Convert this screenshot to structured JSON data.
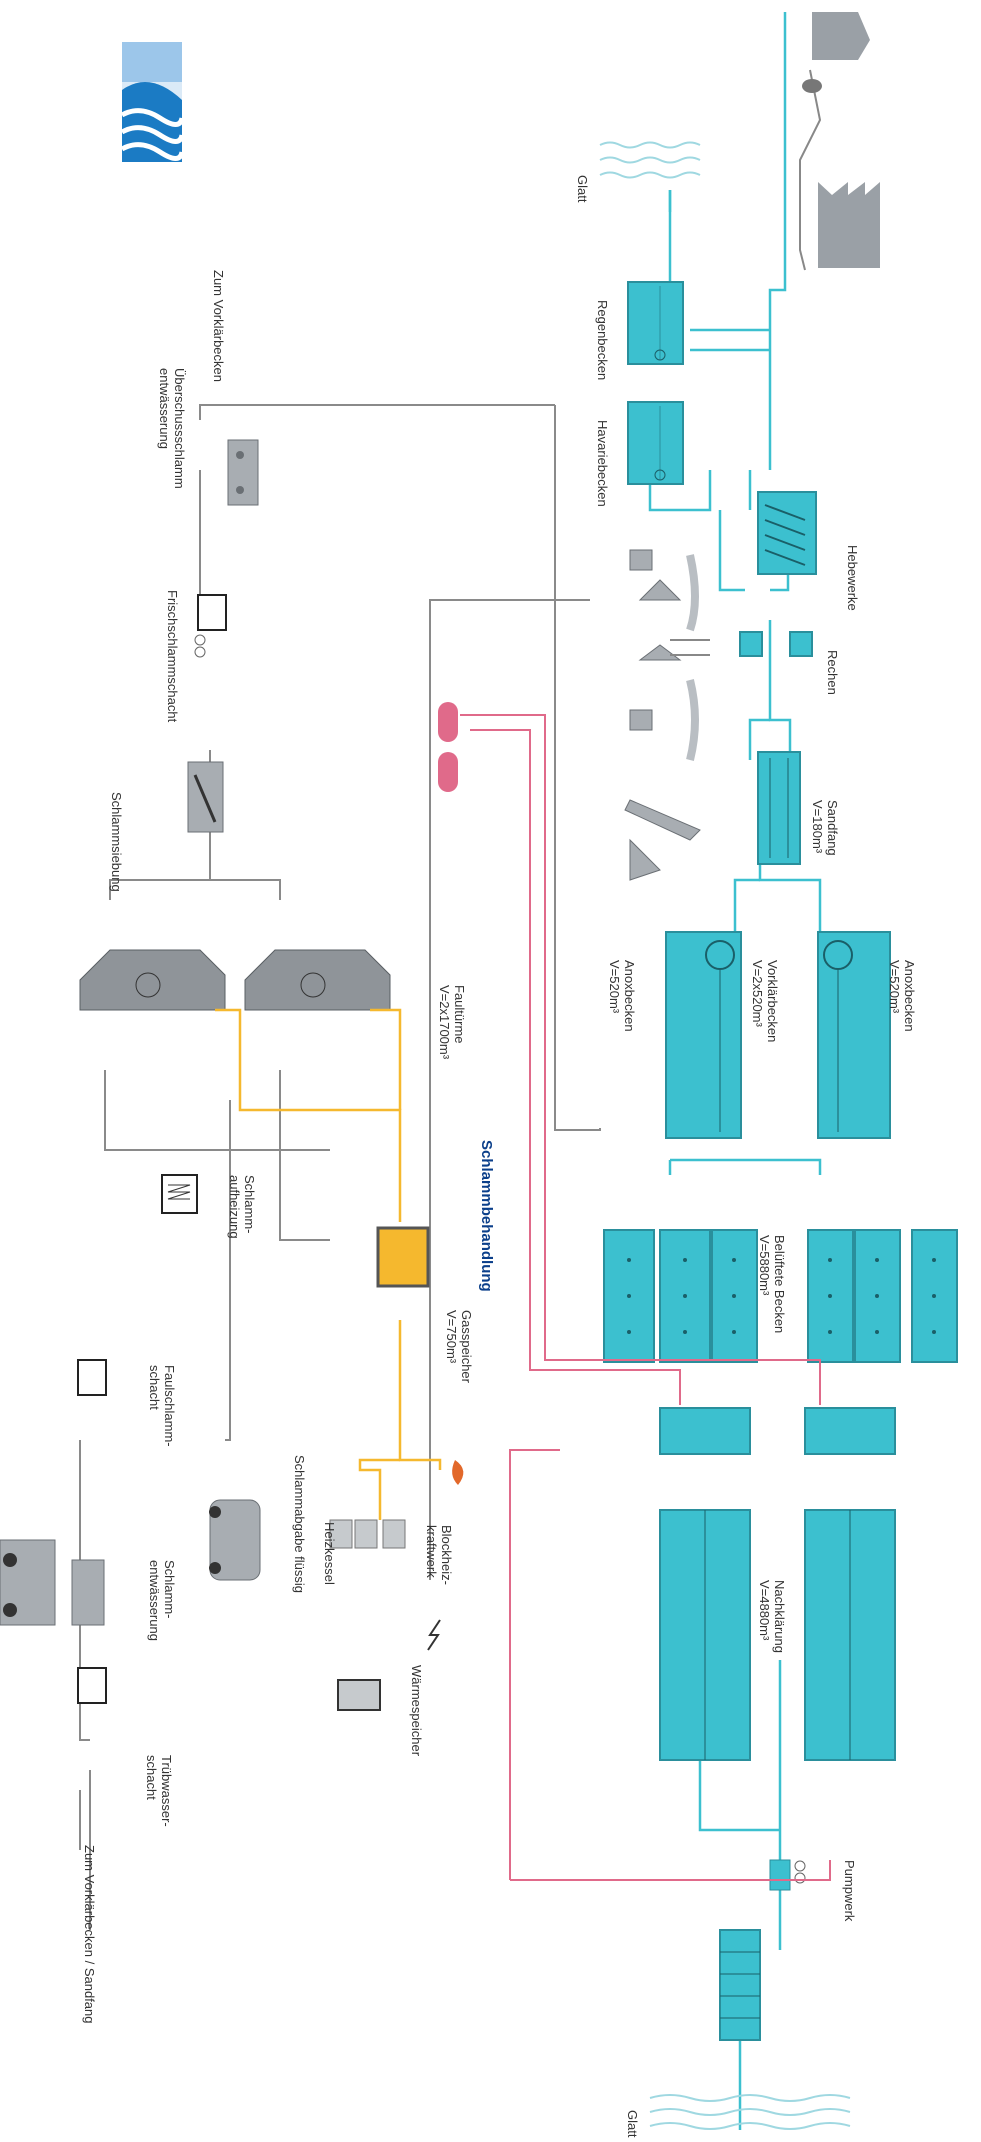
{
  "labels": {
    "glatt_top": "Glatt",
    "glatt_bottom": "Glatt",
    "regenbecken": "Regenbecken",
    "havariebecken": "Havariebecken",
    "hebewerke": "Hebewerke",
    "rechen": "Rechen",
    "sandfang": "Sandfang\nV=180m³",
    "anoxbecken_right": "Anoxbecken\nV=520m³",
    "vorklarbecken": "Vorklärbecken\nV=2x520m³",
    "anoxbecken_left": "Anoxbecken\nV=520m³",
    "beluftete_becken": "Belüftete Becken\nV=5880m³",
    "nachklarung": "Nachklärung\nV=4880m³",
    "pumpwerk": "Pumpwerk",
    "schlammbehandlung": "Schlammbehandlung",
    "zum_vorklarbecken": "Zum Vorklärbecken",
    "uberschussschlamm": "Überschussschlamm\nentwässerung",
    "frischschlammschacht": "Frischschlammschacht",
    "schlammsiebung": "Schlammsiebung",
    "faulturme": "Faultürme\nV=2x1700m³",
    "schlammaufheizung": "Schlamm-\naufheizung",
    "gasspeicher": "Gasspeicher\nV=750m³",
    "faulschlammschacht": "Faulschlamm-\nschacht",
    "schlammabgabe": "Schlammabgabe flüssig",
    "blockheizkraftwerk": "Blockheiz-\nkraftwerk",
    "heizkessel": "Heizkessel",
    "schlammentwasserung": "Schlamm-\nentwässerung",
    "warmespeicher": "Wärmespeicher",
    "trubwasserschacht": "Trübwasser-\nschacht",
    "zum_vorklarbecken_sandfang": "Zum Vorklärbecken / Sandfang"
  },
  "colors": {
    "water": "#3cc0cf",
    "water_dark": "#2a8f9c",
    "sludge": "#8a8a8a",
    "gas": "#f5b82e",
    "pink": "#e06a8a",
    "logo": "#1b7bc4",
    "title_blue": "#0b3f8a"
  },
  "icons": [
    "logo-icon",
    "factory-icon",
    "church-icon",
    "truck-icon",
    "flame-icon",
    "lightning-icon"
  ]
}
